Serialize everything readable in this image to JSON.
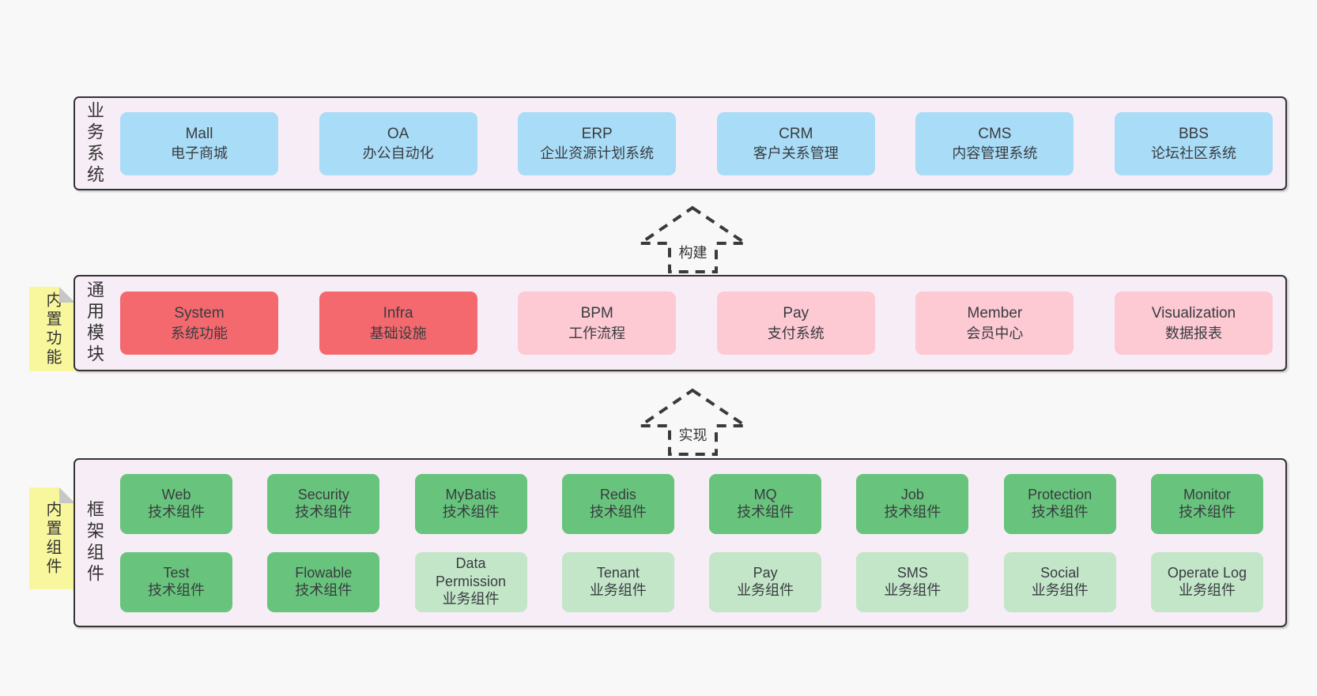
{
  "colors": {
    "page_bg": "#f8f8f8",
    "band_bg": "#f7edf6",
    "band_border": "#333333",
    "business_box_blue": "#a9dcf7",
    "core_module_red": "#f4696e",
    "optional_module_pink": "#fdc9d3",
    "tech_component_green": "#68c47c",
    "biz_component_light_green": "#c3e6c8",
    "sticky_yellow": "#f8f79e",
    "sticky_fold_gray": "#c6c6c6",
    "text": "#383c40"
  },
  "bands": [
    {
      "label": "业务系统",
      "boxes": [
        {
          "name": "Mall",
          "desc": "电子商城"
        },
        {
          "name": "OA",
          "desc": "办公自动化"
        },
        {
          "name": "ERP",
          "desc": "企业资源计划系统"
        },
        {
          "name": "CRM",
          "desc": "客户关系管理"
        },
        {
          "name": "CMS",
          "desc": "内容管理系统"
        },
        {
          "name": "BBS",
          "desc": "论坛社区系统"
        }
      ]
    },
    {
      "label": "通用模块",
      "sticky": "内置功能",
      "boxes": [
        {
          "name": "System",
          "desc": "系统功能"
        },
        {
          "name": "Infra",
          "desc": "基础设施"
        },
        {
          "name": "BPM",
          "desc": "工作流程"
        },
        {
          "name": "Pay",
          "desc": "支付系统"
        },
        {
          "name": "Member",
          "desc": "会员中心"
        },
        {
          "name": "Visualization",
          "desc": "数据报表"
        }
      ]
    },
    {
      "label": "框架组件",
      "sticky": "内置组件",
      "rows": [
        [
          {
            "name": "Web",
            "desc": "技术组件"
          },
          {
            "name": "Security",
            "desc": "技术组件"
          },
          {
            "name": "MyBatis",
            "desc": "技术组件"
          },
          {
            "name": "Redis",
            "desc": "技术组件"
          },
          {
            "name": "MQ",
            "desc": "技术组件"
          },
          {
            "name": "Job",
            "desc": "技术组件"
          },
          {
            "name": "Protection",
            "desc": "技术组件"
          },
          {
            "name": "Monitor",
            "desc": "技术组件"
          }
        ],
        [
          {
            "name": "Test",
            "desc": "技术组件"
          },
          {
            "name": "Flowable",
            "desc": "技术组件"
          },
          {
            "name": "Data Permission",
            "desc": "业务组件"
          },
          {
            "name": "Tenant",
            "desc": "业务组件"
          },
          {
            "name": "Pay",
            "desc": "业务组件"
          },
          {
            "name": "SMS",
            "desc": "业务组件"
          },
          {
            "name": "Social",
            "desc": "业务组件"
          },
          {
            "name": "Operate Log",
            "desc": "业务组件"
          }
        ]
      ]
    }
  ],
  "arrows": [
    {
      "label": "构建"
    },
    {
      "label": "实现"
    }
  ]
}
